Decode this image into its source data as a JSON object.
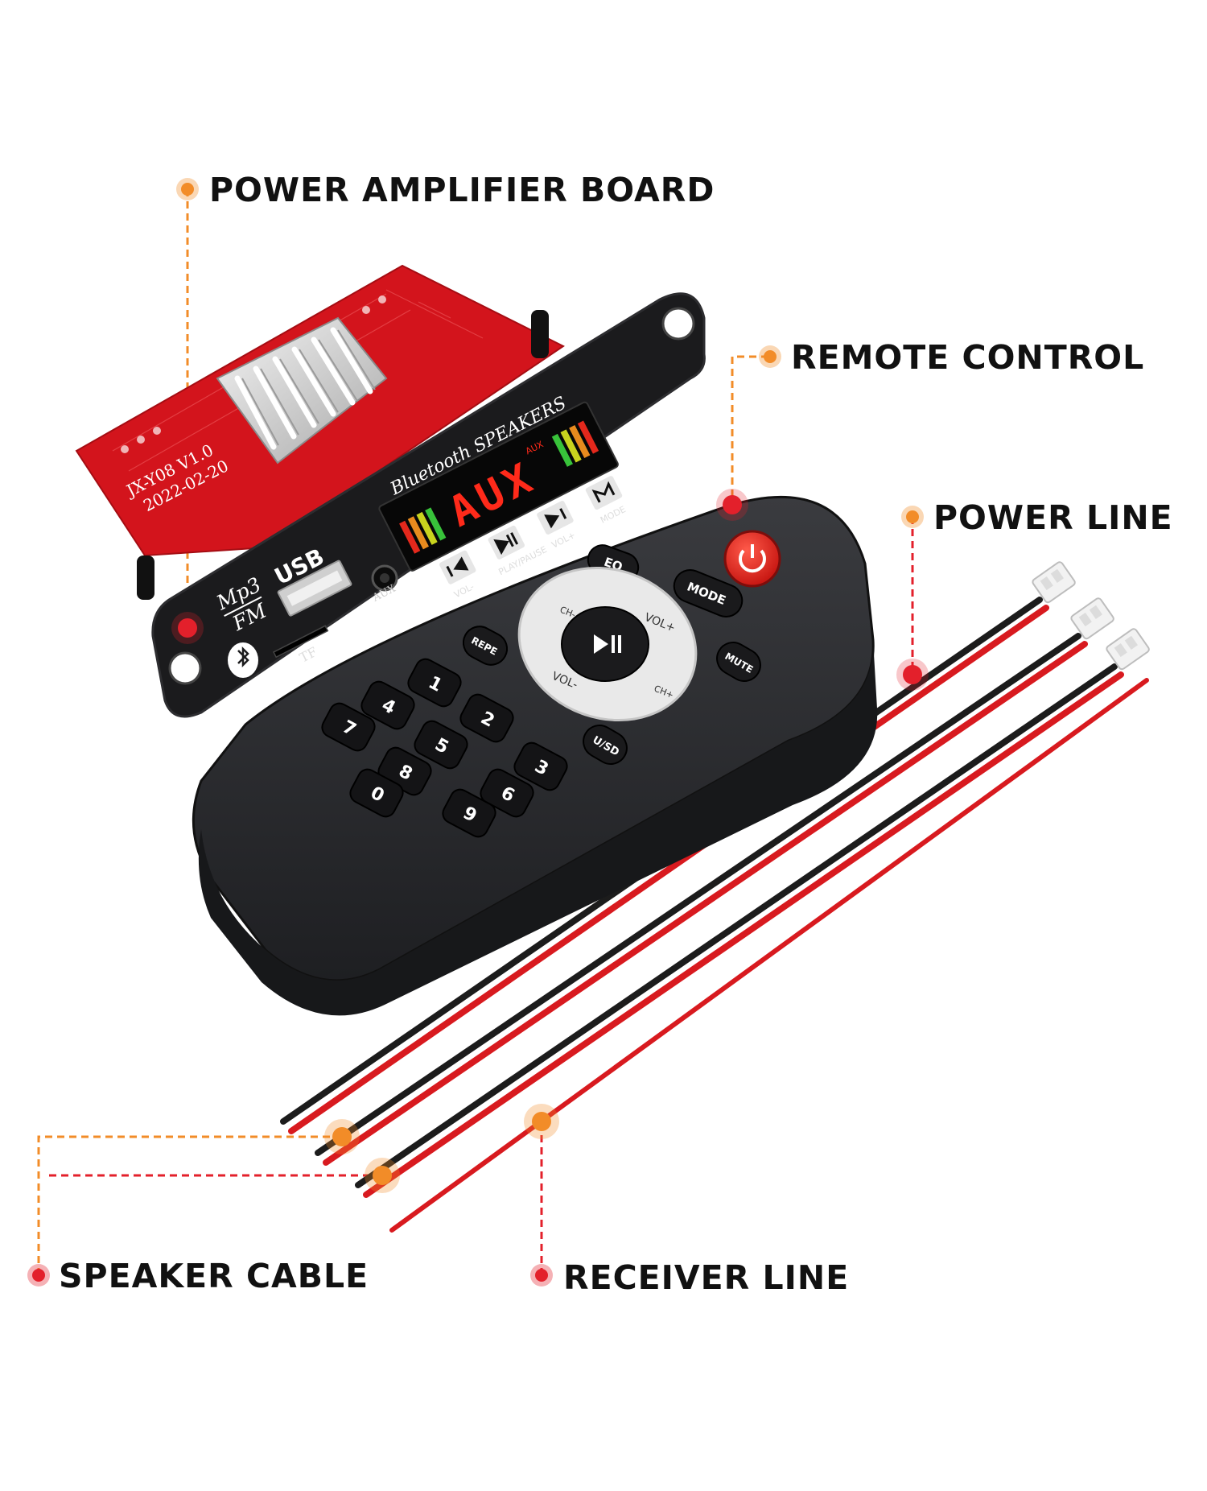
{
  "callouts": {
    "power_amplifier_board": "POWER AMPLIFIER BOARD",
    "remote_control": "REMOTE CONTROL",
    "power_line": "POWER LINE",
    "speaker_cable": "SPEAKER CABLE",
    "receiver_line": "RECEIVER LINE"
  },
  "colors": {
    "orange_dot": "#f28c28",
    "red_dot": "#e3202b",
    "pcb_red": "#d3141c",
    "panel_black": "#1b1b1d",
    "remote_body": "#2c2d30",
    "led_red": "#ff2a1a"
  },
  "board": {
    "model": "JX-Y08 V1.0",
    "date": "2022-02-20",
    "title": "Bluetooth SPEAKERS",
    "display": "AUX",
    "display_tag": "AUX",
    "usb": "USB",
    "mp3": "Mp3",
    "fm": "FM",
    "tf": "TF",
    "aux_jack": "AUX",
    "bt_icon": "bluetooth-icon",
    "buttons": [
      {
        "icon": "previous-icon",
        "label": "VOL-"
      },
      {
        "icon": "play-pause-icon",
        "label": "PLAY/PAUSE"
      },
      {
        "icon": "next-icon",
        "label": "VOL+"
      },
      {
        "icon": "mode-icon",
        "label": "MODE"
      }
    ]
  },
  "remote": {
    "power_icon": "power-icon",
    "eq": "EQ",
    "mode": "MODE",
    "repe": "REPE",
    "mute": "MUTE",
    "usd": "U/SD",
    "ring": {
      "top": "VOL+",
      "bottom": "VOL-",
      "left": "CH-",
      "right": "CH+"
    },
    "center_icon": "play-pause-icon",
    "keys": [
      "1",
      "4",
      "7",
      "2",
      "5",
      "8",
      "0",
      "3",
      "6",
      "9"
    ]
  }
}
